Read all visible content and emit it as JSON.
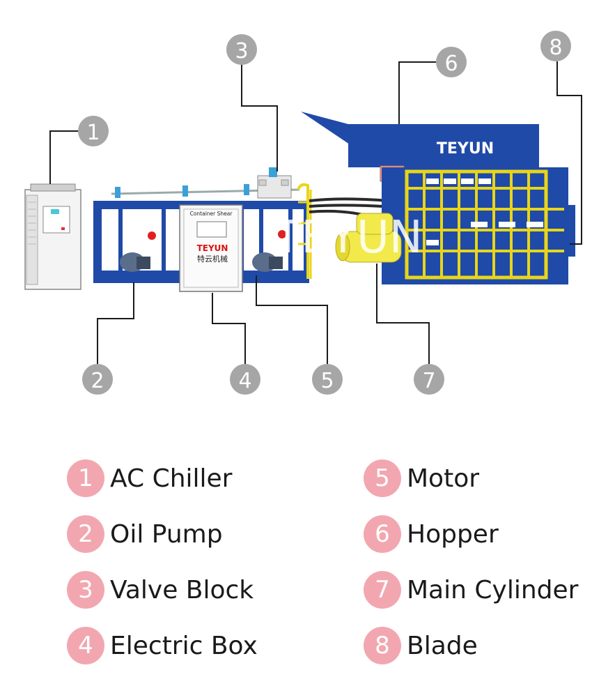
{
  "colors": {
    "machine_blue": "#1f4aa8",
    "grid_yellow": "#e8d51a",
    "cylinder_yellow": "#f2ea4a",
    "callout_gray": "#a6a6a6",
    "legend_pink": "#f2a7b0"
  },
  "brand": {
    "hopper_logo": "TEYUN",
    "watermark": "TEYUN"
  },
  "electric_box": {
    "title": "Container Shear",
    "logo": "TEYUN",
    "chinese_name": "特云机械"
  },
  "callouts": [
    "1",
    "2",
    "3",
    "4",
    "5",
    "6",
    "7",
    "8"
  ],
  "legend": [
    {
      "num": "1",
      "label": "AC Chiller"
    },
    {
      "num": "2",
      "label": "Oil Pump"
    },
    {
      "num": "3",
      "label": "Valve Block"
    },
    {
      "num": "4",
      "label": "Electric Box"
    },
    {
      "num": "5",
      "label": "Motor"
    },
    {
      "num": "6",
      "label": "Hopper"
    },
    {
      "num": "7",
      "label": "Main Cylinder"
    },
    {
      "num": "8",
      "label": "Blade"
    }
  ]
}
